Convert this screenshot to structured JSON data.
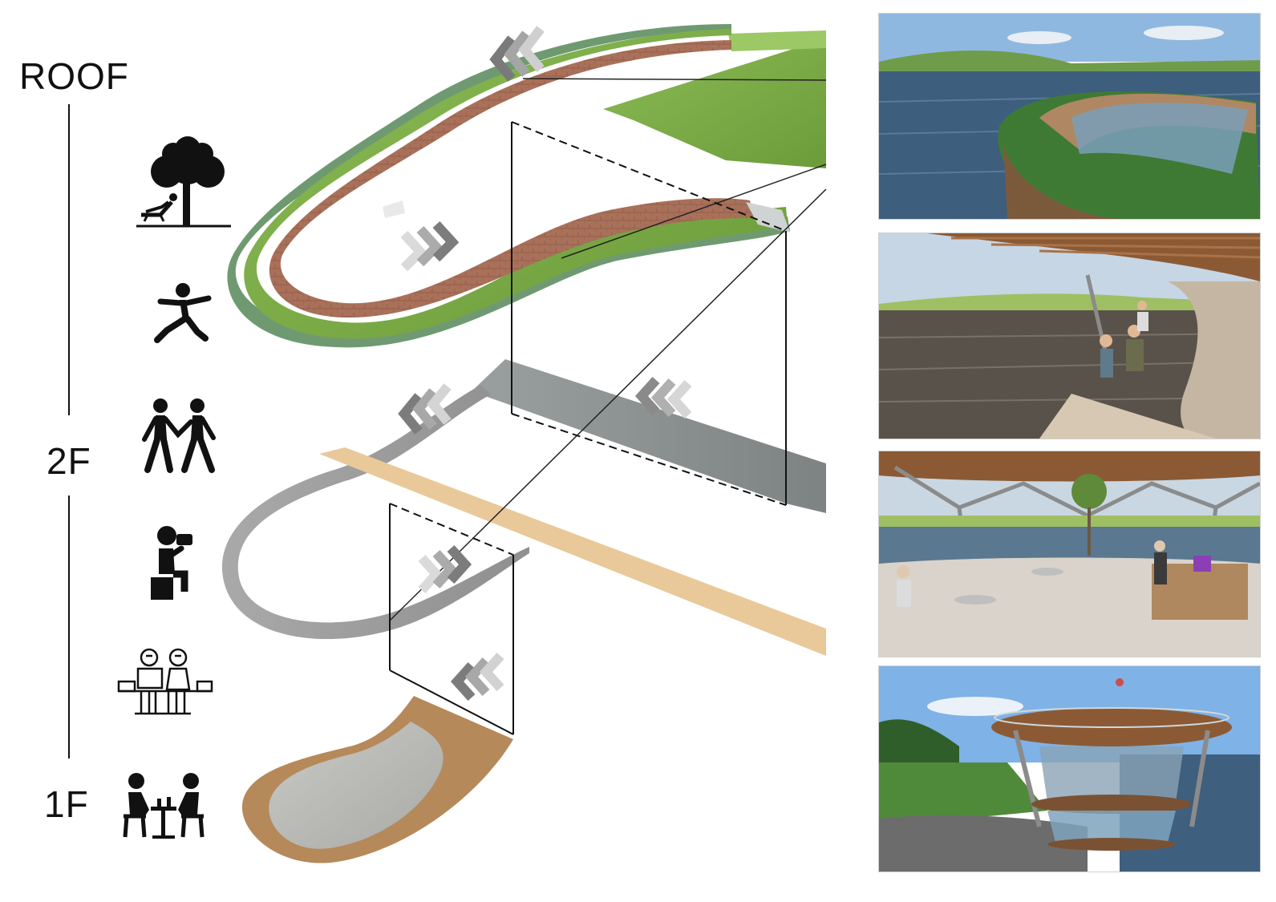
{
  "levels": {
    "roof": "ROOF",
    "second_floor": "2F",
    "first_floor": "1F"
  },
  "activity_icons": [
    "tree-lounger-icon",
    "jumping-person-icon",
    "couple-walking-icon",
    "person-photographing-icon",
    "people-on-bench-icon",
    "people-dining-icon"
  ],
  "colors": {
    "lawn": "#7fae46",
    "deck_wood": "#a86e52",
    "concrete": "#9c9c9c",
    "timber_strip": "#e9c999",
    "floor_base": "#b5895a",
    "arrow_grey": "#8c8c8c",
    "water": "#3d5e7d",
    "sky": "#9ec3e6"
  },
  "renderings": [
    "roof-garden-rendering",
    "second-floor-terrace-rendering",
    "first-floor-cafe-rendering",
    "exterior-overview-rendering"
  ]
}
